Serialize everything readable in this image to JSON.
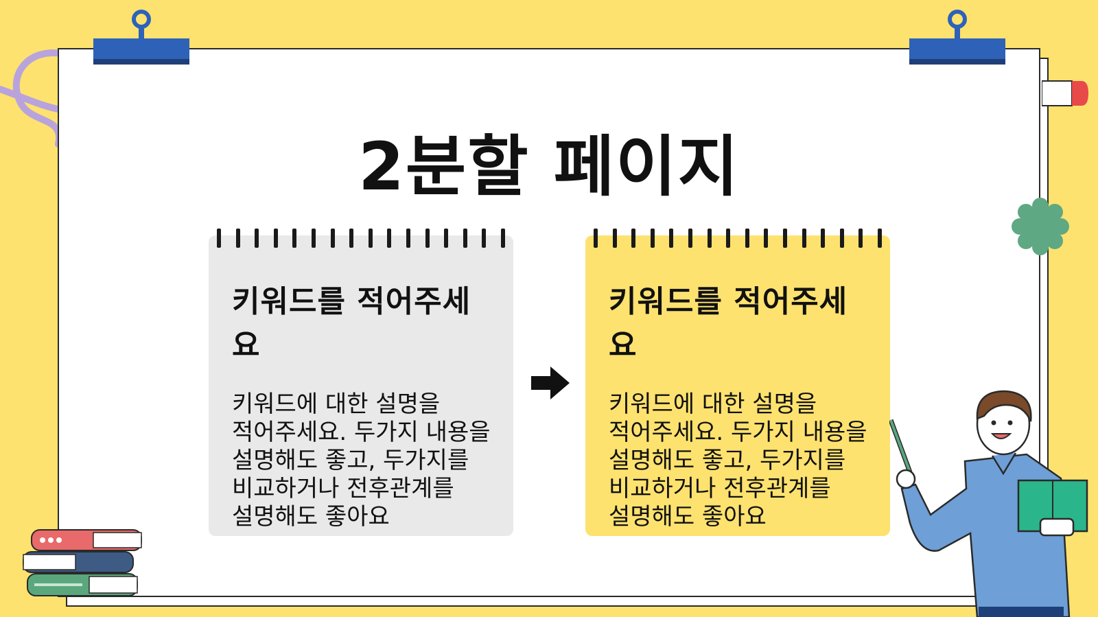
{
  "slide": {
    "title": "2분할 페이지"
  },
  "left_card": {
    "heading": "키워드를 적어주세요",
    "body": "키워드에 대한 설명을 적어주세요. 두가지 내용을 설명해도 좋고, 두가지를 비교하거나 전후관계를 설명해도 좋아요"
  },
  "right_card": {
    "heading": "키워드를 적어주세요",
    "body": "키워드에 대한 설명을 적어주세요. 두가지 내용을 설명해도 좋고, 두가지를 비교하거나 전후관계를 설명해도 좋아요"
  },
  "icons": {
    "arrow": "arrow-right-icon",
    "clips": "binder-clip-icon",
    "books": "book-stack-icon",
    "teacher": "teacher-illustration"
  },
  "colors": {
    "background": "#fde26f",
    "card_gray": "#e9e9e9",
    "card_yellow": "#fde26f",
    "clip_blue": "#2d62b8"
  }
}
